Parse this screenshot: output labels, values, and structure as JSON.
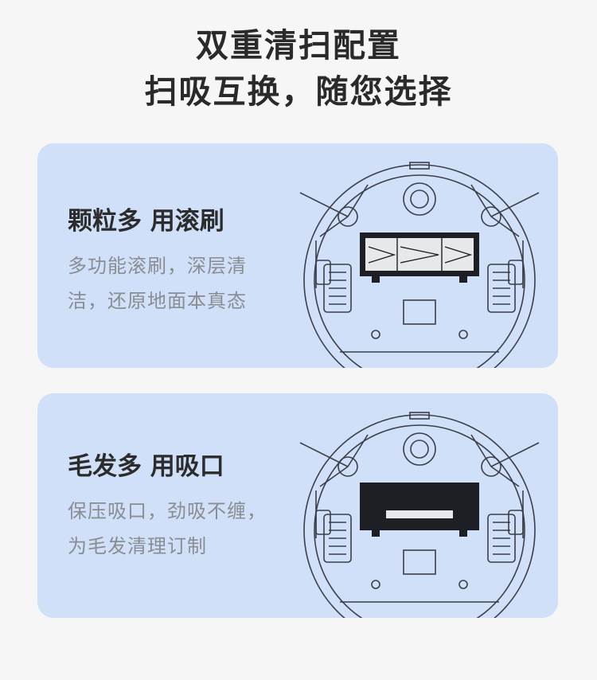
{
  "headline": {
    "line1": "双重清扫配置",
    "line2": "扫吸互换，随您选择"
  },
  "cards": [
    {
      "title": "颗粒多 用滚刷",
      "desc": "多功能滚刷，深层清洁，还原地面本真态"
    },
    {
      "title": "毛发多 用吸口",
      "desc": "保压吸口，劲吸不缠，为毛发清理订制"
    }
  ]
}
